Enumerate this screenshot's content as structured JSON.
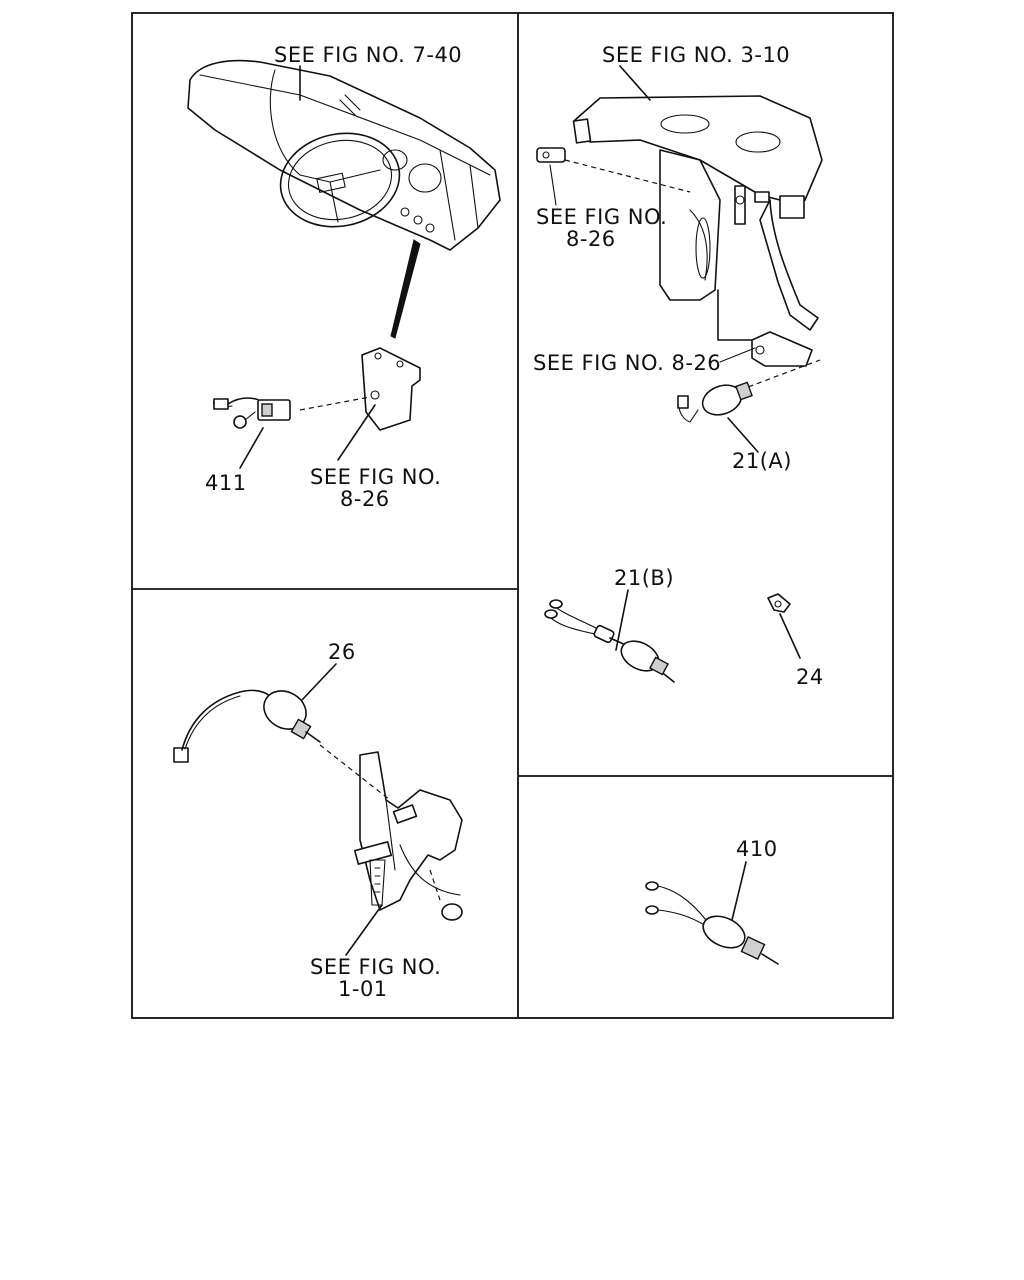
{
  "labels": {
    "fig_7_40": "SEE FIG NO. 7-40",
    "fig_3_10": "SEE FIG  NO.  3-10",
    "fig_8_26_a_line1": "SEE FIG NO.",
    "fig_8_26_a_line2": "8-26",
    "fig_8_26_inline": "SEE FIG NO. 8-26",
    "part_411": "411",
    "fig_8_26_b_line1": "SEE FIG  NO.",
    "fig_8_26_b_line2": "8-26",
    "part_21a": "21(A)",
    "part_21b": "21(B)",
    "part_24": "24",
    "part_26": "26",
    "fig_1_01_line1": "SEE FIG NO.",
    "fig_1_01_line2": "1-01",
    "part_410": "410"
  },
  "colors": {
    "line": "#111111",
    "background": "#ffffff"
  }
}
